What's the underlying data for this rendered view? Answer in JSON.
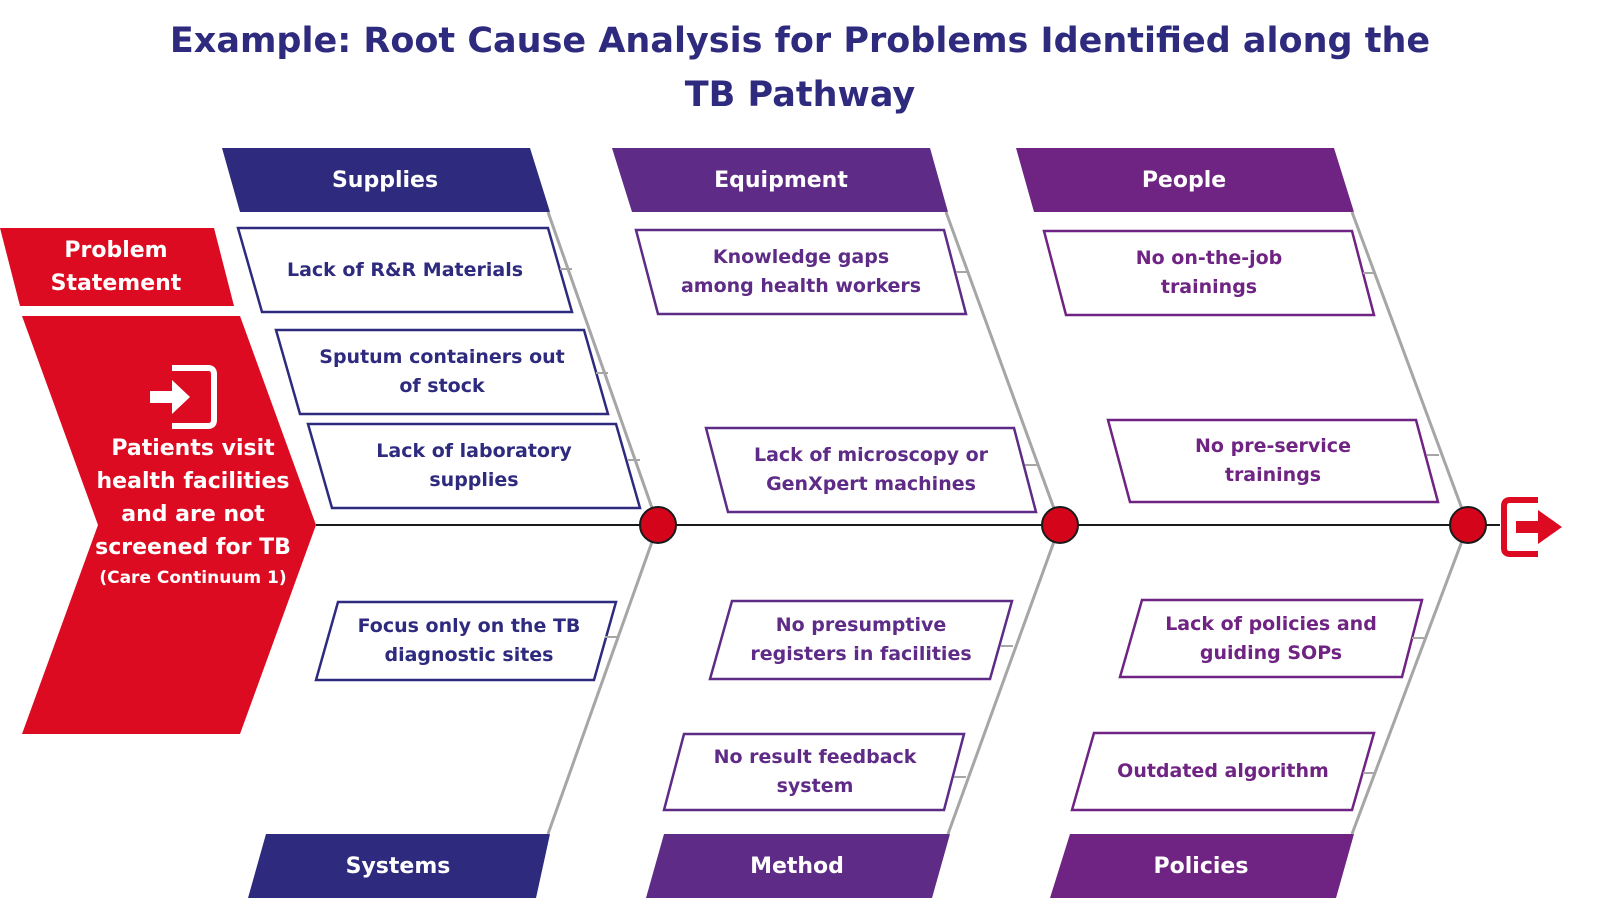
{
  "title": {
    "line1": "Example: Root Cause Analysis for Problems Identified along the",
    "line2": "TB Pathway"
  },
  "problem": {
    "header_line1": "Problem",
    "header_line2": "Statement",
    "line1": "Patients visit",
    "line2": "health facilities",
    "line3": "and are not",
    "line4": "screened for TB",
    "note": "(Care Continuum 1)"
  },
  "categories": {
    "supplies": "Supplies",
    "equipment": "Equipment",
    "people": "People",
    "systems": "Systems",
    "method": "Method",
    "policies": "Policies"
  },
  "causes": {
    "lack_rr": [
      "Lack of R&R Materials"
    ],
    "sputum": [
      "Sputum containers out",
      "of stock"
    ],
    "lab_supplies": [
      "Lack of laboratory",
      "supplies"
    ],
    "knowledge": [
      "Knowledge gaps",
      "among health workers"
    ],
    "microscopy": [
      "Lack of microscopy or",
      "GenXpert machines"
    ],
    "on_job": [
      "No on-the-job",
      "trainings"
    ],
    "pre_service": [
      "No pre-service",
      "trainings"
    ],
    "focus_tb": [
      "Focus only on the TB",
      "diagnostic sites"
    ],
    "presumptive": [
      "No presumptive",
      "registers in facilities"
    ],
    "feedback": [
      "No result feedback",
      "system"
    ],
    "policies_sops": [
      "Lack of policies and",
      "guiding SOPs"
    ],
    "algorithm": [
      "Outdated algorithm"
    ]
  },
  "colors": {
    "title": "#2e2a7e",
    "navy": "#2e2a7e",
    "purple": "#5e2b86",
    "magenta": "#6f2382",
    "red": "#dc0b21",
    "node": "#d4041b",
    "line": "#a6a6a6"
  },
  "icons": {
    "problem": "sign-in-icon",
    "outcome": "sign-out-icon"
  }
}
